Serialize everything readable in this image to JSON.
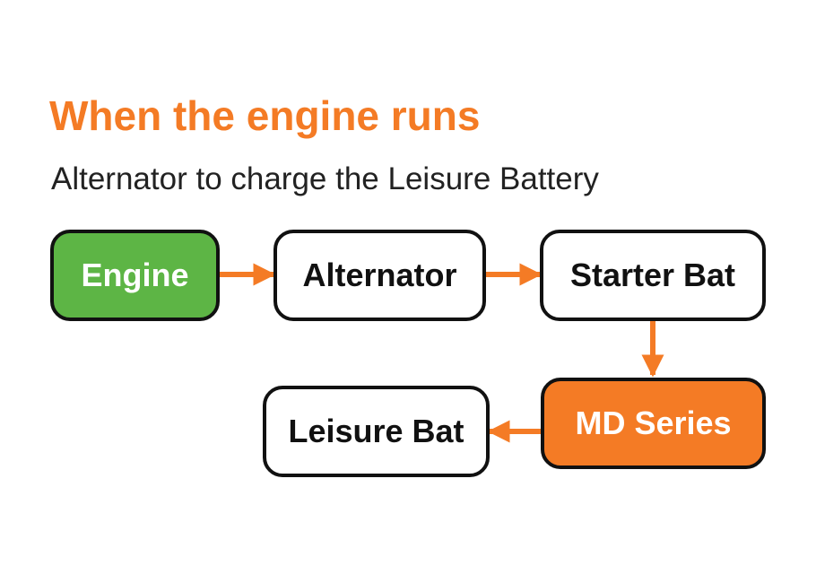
{
  "title": "When the engine runs",
  "subtitle": "Alternator to charge the Leisure Battery",
  "colors": {
    "title": "#f47b25",
    "arrow": "#f47b25",
    "engine_fill": "#5db545",
    "md_fill": "#f47b25",
    "border": "#111111"
  },
  "nodes": {
    "engine": "Engine",
    "alternator": "Alternator",
    "starter": "Starter Bat",
    "md": "MD Series",
    "leisure": "Leisure Bat"
  },
  "flow": [
    [
      "engine",
      "alternator"
    ],
    [
      "alternator",
      "starter"
    ],
    [
      "starter",
      "md"
    ],
    [
      "md",
      "leisure"
    ]
  ]
}
